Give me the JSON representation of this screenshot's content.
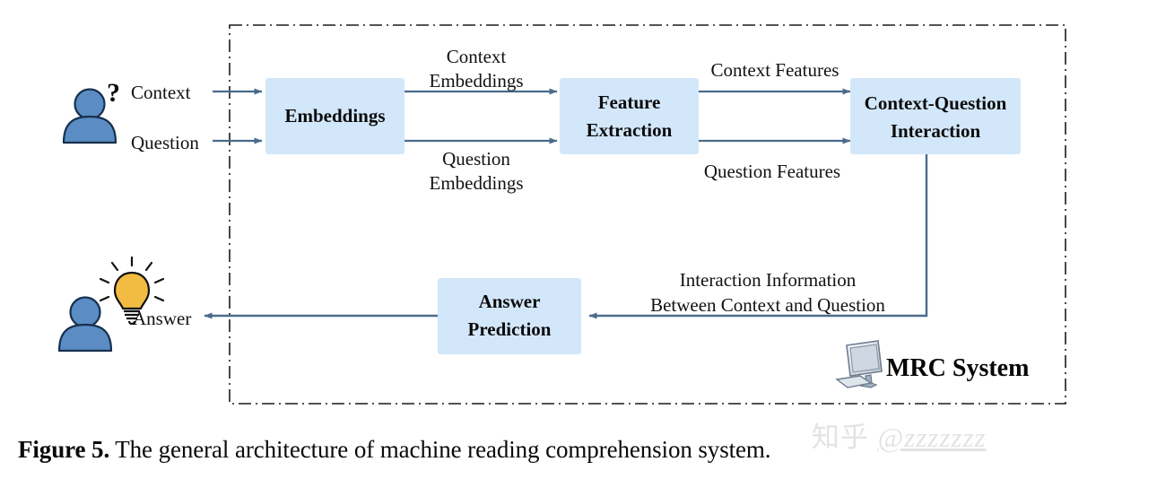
{
  "figure": {
    "caption_label": "Figure 5.",
    "caption_text": " The general architecture of machine reading comprehension system.",
    "system_label": "MRC System"
  },
  "watermark": {
    "logo": "知乎",
    "handle": "@zzzzzzz"
  },
  "actors": {
    "asker": {
      "icon": "person-with-question-icon",
      "inputs": [
        {
          "label": "Context"
        },
        {
          "label": "Question"
        }
      ]
    },
    "receiver": {
      "icon": "person-with-lightbulb-icon",
      "output": {
        "label": "Answer"
      }
    }
  },
  "nodes": [
    {
      "id": "embeddings",
      "label": "Embeddings",
      "line1": "Embeddings",
      "line2": ""
    },
    {
      "id": "feature-extraction",
      "label": "Feature Extraction",
      "line1": "Feature",
      "line2": "Extraction"
    },
    {
      "id": "context-question-interaction",
      "label": "Context-Question Interaction",
      "line1": "Context-Question",
      "line2": "Interaction"
    },
    {
      "id": "answer-prediction",
      "label": "Answer Prediction",
      "line1": "Answer",
      "line2": "Prediction"
    }
  ],
  "edges": [
    {
      "id": "context-embeddings",
      "line1": "Context",
      "line2": "Embeddings"
    },
    {
      "id": "question-embeddings",
      "line1": "Question",
      "line2": "Embeddings"
    },
    {
      "id": "context-features",
      "line1": "Context Features",
      "line2": ""
    },
    {
      "id": "question-features",
      "line1": "Question Features",
      "line2": ""
    },
    {
      "id": "interaction-information",
      "line1": "Interaction Information",
      "line2": "Between Context and Question"
    }
  ],
  "colors": {
    "box_fill": "#d3e7fa",
    "arrow": "#4a6b8c",
    "person": "#5b8cc4",
    "bulb": "#f2bc42",
    "boundary": "#1a1a1a",
    "watermark": "#e3e3e3"
  }
}
